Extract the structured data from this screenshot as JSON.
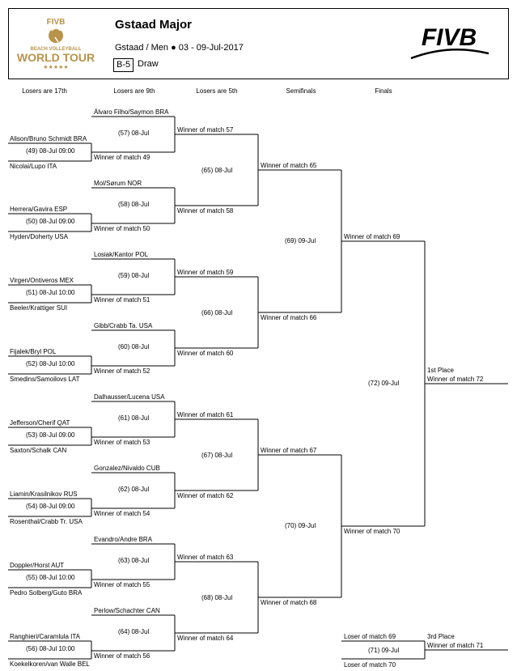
{
  "header": {
    "logo_text_top": "FIVB",
    "logo_text_mid": "BEACH VOLLEYBALL",
    "logo_text_big": "WORLD TOUR",
    "logo_stars": "★★★★★",
    "title": "Gstaad Major",
    "subtitle": "Gstaad / Men ● 03 - 09-Jul-2017",
    "code": "B-5",
    "draw_label": "Draw",
    "fivb_logo": "FIVB"
  },
  "columns": [
    "Losers are 17th",
    "Losers are 9th",
    "Losers are 5th",
    "Semifinals",
    "Finals"
  ],
  "round1": [
    {
      "top": "Alison/Bruno Schmidt BRA",
      "info": "(49) 08-Jul 09:00",
      "bottom": "Nicolai/Lupo ITA",
      "winner": "Winner of match 49"
    },
    {
      "top": "Herrera/Gavira ESP",
      "info": "(50) 08-Jul 09:00",
      "bottom": "Hyden/Doherty USA",
      "winner": "Winner of match 50"
    },
    {
      "top": "Virgen/Ontiveros MEX",
      "info": "(51) 08-Jul 10:00",
      "bottom": "Beeler/Krattiger SUI",
      "winner": "Winner of match 51"
    },
    {
      "top": "Fijalek/Bryl POL",
      "info": "(52) 08-Jul 10:00",
      "bottom": "Smedins/Samoilovs LAT",
      "winner": "Winner of match 52"
    },
    {
      "top": "Jefferson/Cherif QAT",
      "info": "(53) 08-Jul 09:00",
      "bottom": "Saxton/Schalk CAN",
      "winner": "Winner of match 53"
    },
    {
      "top": "Liamin/Krasilnikov RUS",
      "info": "(54) 08-Jul 09:00",
      "bottom": "Rosenthal/Crabb Tr. USA",
      "winner": "Winner of match 54"
    },
    {
      "top": "Doppler/Horst AUT",
      "info": "(55) 08-Jul 10:00",
      "bottom": "Pedro Solberg/Guto BRA",
      "winner": "Winner of match 55"
    },
    {
      "top": "Ranghieri/Caramlula ITA",
      "info": "(56) 08-Jul 10:00",
      "bottom": "Koekelkoren/van Walle BEL",
      "winner": "Winner of match 56"
    }
  ],
  "round2": [
    {
      "seed": "Álvaro Filho/Saymon BRA",
      "info": "(57) 08-Jul",
      "winner": "Winner of match 57"
    },
    {
      "seed": "Mol/Sørum NOR",
      "info": "(58) 08-Jul",
      "winner": "Winner of match 58"
    },
    {
      "seed": "Losiak/Kantor POL",
      "info": "(59) 08-Jul",
      "winner": "Winner of match 59"
    },
    {
      "seed": "Gibb/Crabb Ta. USA",
      "info": "(60) 08-Jul",
      "winner": "Winner of match 60"
    },
    {
      "seed": "Dalhausser/Lucena USA",
      "info": "(61) 08-Jul",
      "winner": "Winner of match 61"
    },
    {
      "seed": "Gonzalez/Nivaldo CUB",
      "info": "(62) 08-Jul",
      "winner": "Winner of match 62"
    },
    {
      "seed": "Evandro/Andre BRA",
      "info": "(63) 08-Jul",
      "winner": "Winner of match 63"
    },
    {
      "seed": "Perlow/Schachter CAN",
      "info": "(64) 08-Jul",
      "winner": "Winner of match 64"
    }
  ],
  "round3": [
    {
      "info": "(65) 08-Jul",
      "winner": "Winner of match 65"
    },
    {
      "info": "(66) 08-Jul",
      "winner": "Winner of match 66"
    },
    {
      "info": "(67) 08-Jul",
      "winner": "Winner of match 67"
    },
    {
      "info": "(68) 08-Jul",
      "winner": "Winner of match 68"
    }
  ],
  "semis": [
    {
      "info": "(69) 09-Jul",
      "winner": "Winner of match 69"
    },
    {
      "info": "(70) 09-Jul",
      "winner": "Winner of match 70"
    }
  ],
  "final": {
    "info": "(72) 09-Jul",
    "place": "1st Place",
    "winner": "Winner of match 72"
  },
  "third": {
    "top": "Loser of match 69",
    "info": "(71) 09-Jul",
    "bottom": "Loser of match 70",
    "place": "3rd Place",
    "winner": "Winner of match 71"
  }
}
